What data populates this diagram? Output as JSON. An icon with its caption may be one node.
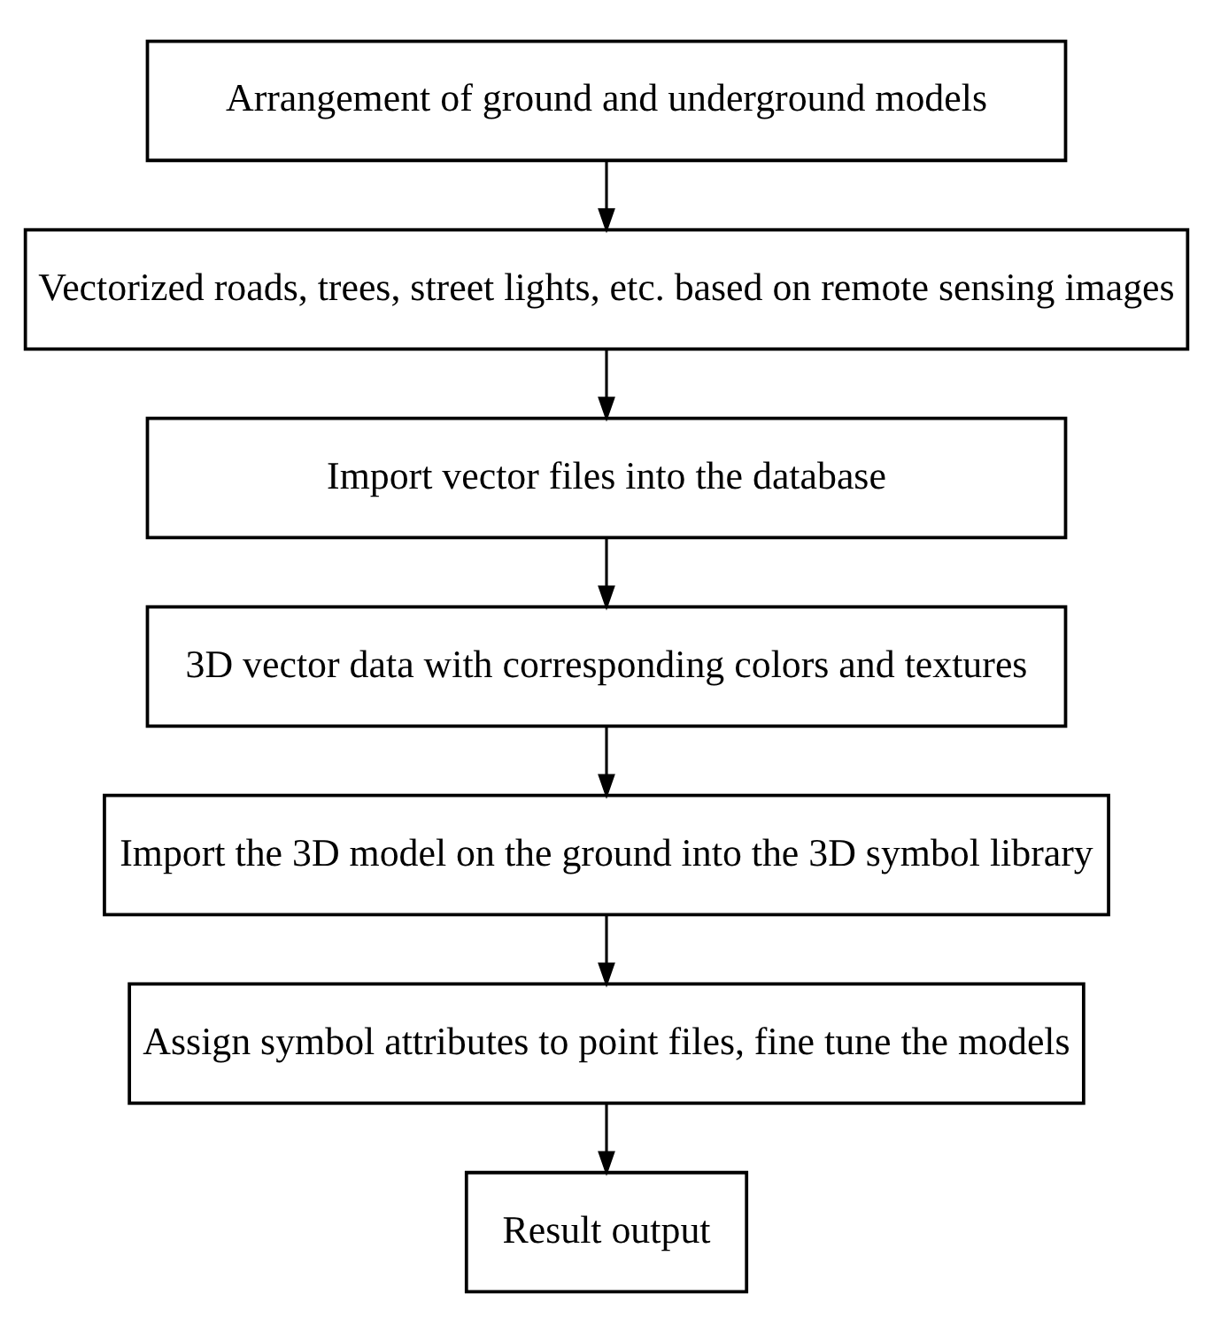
{
  "diagram": {
    "nodes": [
      {
        "text": [
          "Arrangement of ground and underground models"
        ]
      },
      {
        "text": [
          "Vectorized roads, trees, street lights, etc. based on remote sensing images"
        ]
      },
      {
        "text": [
          "Import vector files into the database"
        ]
      },
      {
        "text": [
          "3D vector data with corresponding colors and textures"
        ]
      },
      {
        "text": [
          "Import the 3D model on the ground into the 3D symbol library"
        ]
      },
      {
        "text": [
          "Assign symbol attributes to point files, fine tune the models"
        ]
      },
      {
        "text": [
          "Result output"
        ]
      }
    ],
    "edges": [
      {
        "from": 0,
        "to": 1,
        "arrow": "to"
      },
      {
        "from": 1,
        "to": 2,
        "arrow": "to"
      },
      {
        "from": 2,
        "to": 3,
        "arrow": "to"
      },
      {
        "from": 3,
        "to": 4,
        "arrow": "to"
      },
      {
        "from": 4,
        "to": 5,
        "arrow": "to"
      },
      {
        "from": 5,
        "to": 6,
        "arrow": "to"
      }
    ]
  }
}
